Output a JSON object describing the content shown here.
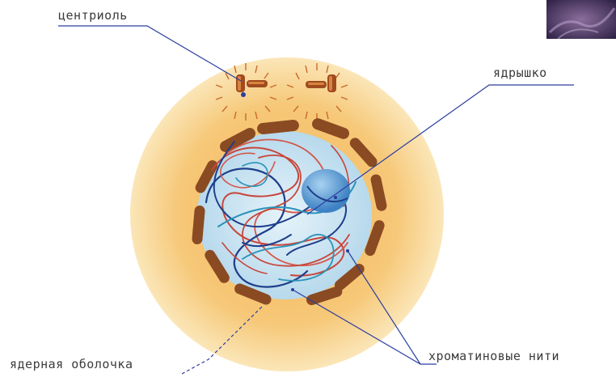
{
  "labels": {
    "centriole": "центриоль",
    "nucleolus": "ядрышко",
    "nuclear_envelope": "ядерная оболочка",
    "chromatin_threads": "хроматиновые нити"
  },
  "colors": {
    "cell_body": "#f6c878",
    "cell_edge": "#fbe6b8",
    "nucleus_fill": "#cfe6f3",
    "envelope_segment": "#8a4a22",
    "chromatin_red": "#c8463a",
    "chromatin_blue": "#1e3f8a",
    "chromatin_cyan": "#2a93b8",
    "nucleolus": "#4f93cf",
    "pointer_line": "#2b3ea0"
  },
  "icons": [
    "centriole-icon",
    "nucleolus-icon",
    "corner-texture-icon"
  ]
}
